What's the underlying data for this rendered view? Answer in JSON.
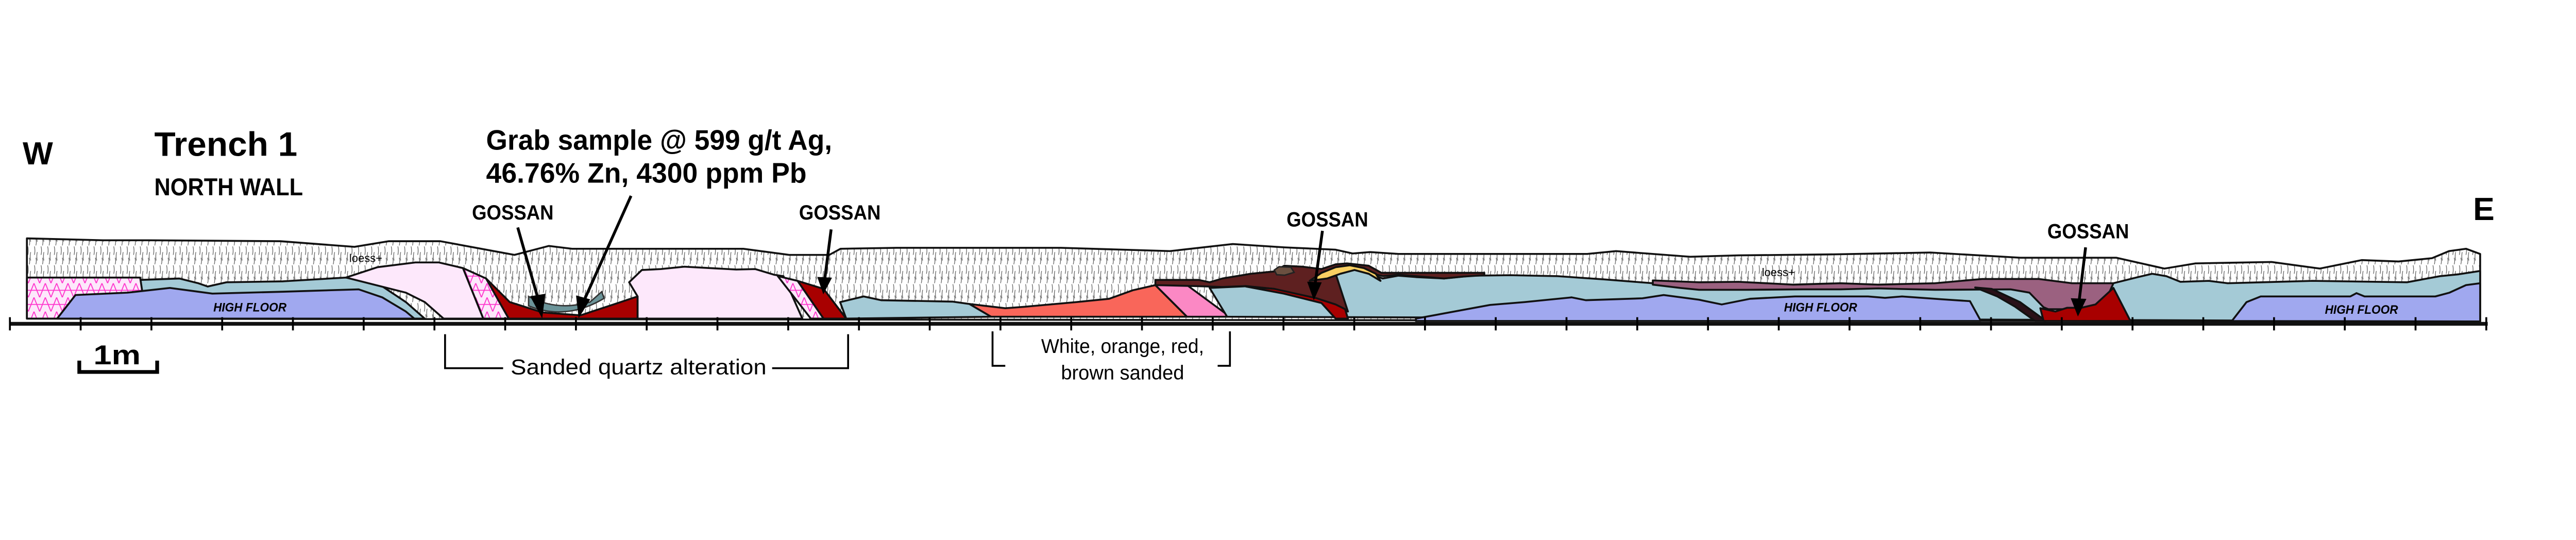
{
  "header": {
    "west_label": "W",
    "east_label": "E",
    "title": "Trench 1",
    "subtitle": "NORTH WALL"
  },
  "annotations": {
    "grab_sample_line1": "Grab sample @ 599 g/t Ag,",
    "grab_sample_line2": "46.76% Zn, 4300 ppm Pb",
    "gossan_labels": [
      "GOSSAN",
      "GOSSAN",
      "GOSSAN",
      "GOSSAN"
    ],
    "loess_labels": [
      "loess+",
      "loess+"
    ],
    "high_floor_labels": [
      "HIGH FLOOR",
      "HIGH FLOOR",
      "HIGH FLOOR"
    ],
    "bracket_sanded_quartz": "Sanded quartz alteration",
    "bracket_colored_line1": "White, orange, red,",
    "bracket_colored_line2": "brown sanded"
  },
  "scale_bar": {
    "label": "1m"
  },
  "colors": {
    "loess": "#ffffff",
    "teal": "#a4cad6",
    "high_floor": "#a0a8ef",
    "pale_pink": "#fde8fb",
    "hatch_magenta": "#ff33cc",
    "gossan_red": "#a80000",
    "orange": "#f9665a",
    "pink": "#fb88c4",
    "dark_brown": "#5e2020",
    "yellow": "#fad063",
    "mauve": "#9b6180",
    "dark_vein": "#2a1018"
  }
}
